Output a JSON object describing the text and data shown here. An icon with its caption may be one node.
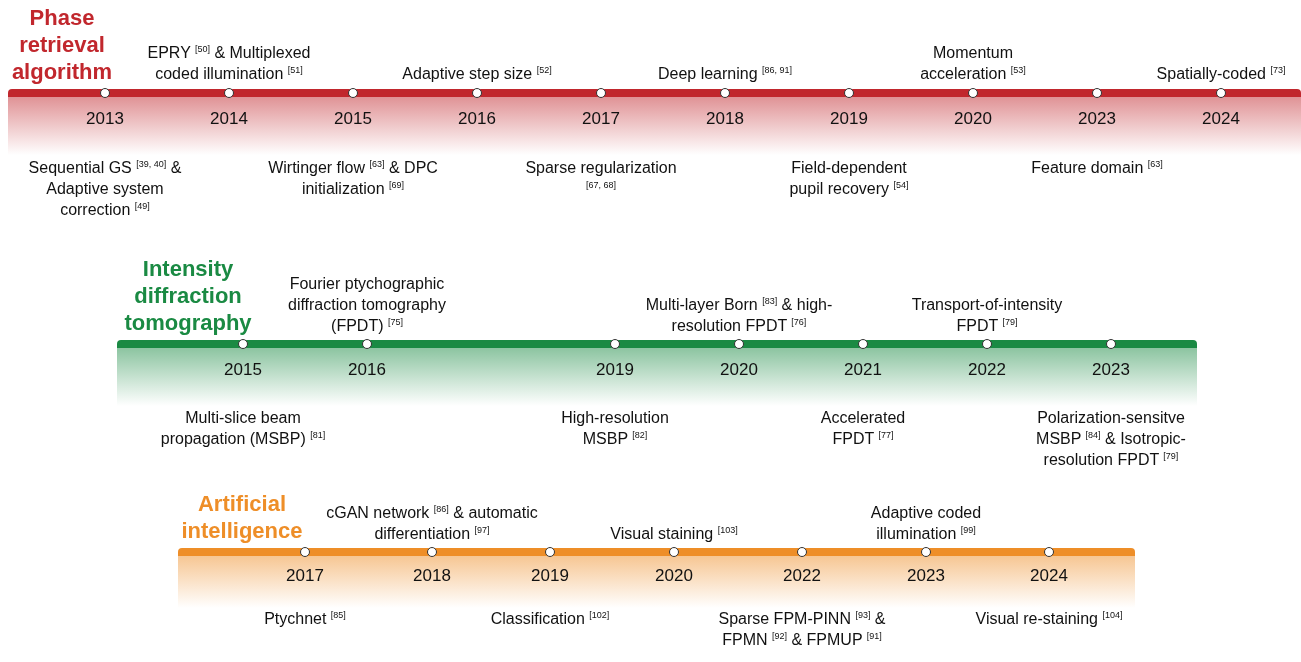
{
  "diagram": {
    "nodes": [
      {
        "text": [
          "Phase retrieval algorithm"
        ]
      },
      {
        "text": [
          "2013"
        ],
        "in": 0,
        "beside": [
          "Sequential GS $^{[39, 40]}$ & Adaptive system correction $^{[49]}$"
        ]
      },
      {
        "text": [
          "2014"
        ],
        "in": 0,
        "beside": [
          "EPRY $^{[50]}$ & Multiplexed coded illumination $^{[51]}$"
        ]
      },
      {
        "text": [
          "2015"
        ],
        "in": 0,
        "beside": [
          "Wirtinger flow $^{[63]}$ & DPC initialization $^{[69]}$"
        ]
      },
      {
        "text": [
          "2016"
        ],
        "in": 0,
        "beside": [
          "Adaptive step size $^{[52]}$"
        ]
      },
      {
        "text": [
          "2017"
        ],
        "in": 0,
        "beside": [
          "Sparse regularization $^{[67, 68]}$"
        ]
      },
      {
        "text": [
          "2018"
        ],
        "in": 0,
        "beside": [
          "Deep learning $^{[86, 91]}$"
        ]
      },
      {
        "text": [
          "2019"
        ],
        "in": 0,
        "beside": [
          "Field-dependent pupil recovery $^{[54]}$"
        ]
      },
      {
        "text": [
          "2020"
        ],
        "in": 0,
        "beside": [
          "Momentum acceleration $^{[53]}$"
        ]
      },
      {
        "text": [
          "2023"
        ],
        "in": 0,
        "beside": [
          "Feature domain $^{[63]}$"
        ]
      },
      {
        "text": [
          "2024"
        ],
        "in": 0,
        "beside": [
          "Spatially-coded $^{[73]}$"
        ]
      },
      {
        "text": [
          "Intensity diffraction tomography"
        ]
      },
      {
        "text": [
          "2015"
        ],
        "in": 11,
        "beside": [
          "Multi-slice beam propagation (MSBP) $^{[81]}$"
        ]
      },
      {
        "text": [
          "2016"
        ],
        "in": 11,
        "beside": [
          "Fourier ptychographic diffraction tomography (FPDT) $^{[75]}$"
        ]
      },
      {
        "text": [
          "2019"
        ],
        "in": 11,
        "beside": [
          "High-resolution MSBP $^{[82]}$"
        ]
      },
      {
        "text": [
          "2020"
        ],
        "in": 11,
        "beside": [
          "Multi-layer Born $^{[83]}$ & high-resolution FPDT $^{[76]}$"
        ]
      },
      {
        "text": [
          "2021"
        ],
        "in": 11,
        "beside": [
          "Accelerated FPDT $^{[77]}$"
        ]
      },
      {
        "text": [
          "2022"
        ],
        "in": 11,
        "beside": [
          "Transport-of-intensity FPDT $^{[79]}$"
        ]
      },
      {
        "text": [
          "2023"
        ],
        "in": 11,
        "beside": [
          "Polarization-sensitve MSBP $^{[84]}$ & Isotropic-resolution FPDT $^{[79]}$"
        ]
      },
      {
        "text": [
          "Artificial intelligence"
        ]
      },
      {
        "text": [
          "2017"
        ],
        "in": 19,
        "beside": [
          "Ptychnet $^{[85]}$"
        ]
      },
      {
        "text": [
          "2018"
        ],
        "in": 19,
        "beside": [
          "cGAN network $^{[86]}$ & automatic differentiation $^{[97]}$"
        ]
      },
      {
        "text": [
          "2019"
        ],
        "in": 19,
        "beside": [
          "Classification $^{[102]}$"
        ]
      },
      {
        "text": [
          "2020"
        ],
        "in": 19,
        "beside": [
          "Visual staining $^{[103]}$"
        ]
      },
      {
        "text": [
          "2022"
        ],
        "in": 19,
        "beside": [
          "Sparse FPM-PINN $^{[93]}$ & FPMN $^{[92]}$ & FPMUP $^{[91]}$"
        ]
      },
      {
        "text": [
          "2023"
        ],
        "in": 19,
        "beside": [
          "Adaptive coded illumination $^{[99]}$"
        ]
      },
      {
        "text": [
          "2024"
        ],
        "in": 19,
        "beside": [
          "Visual re-staining $^{[104]}$"
        ]
      }
    ]
  }
}
